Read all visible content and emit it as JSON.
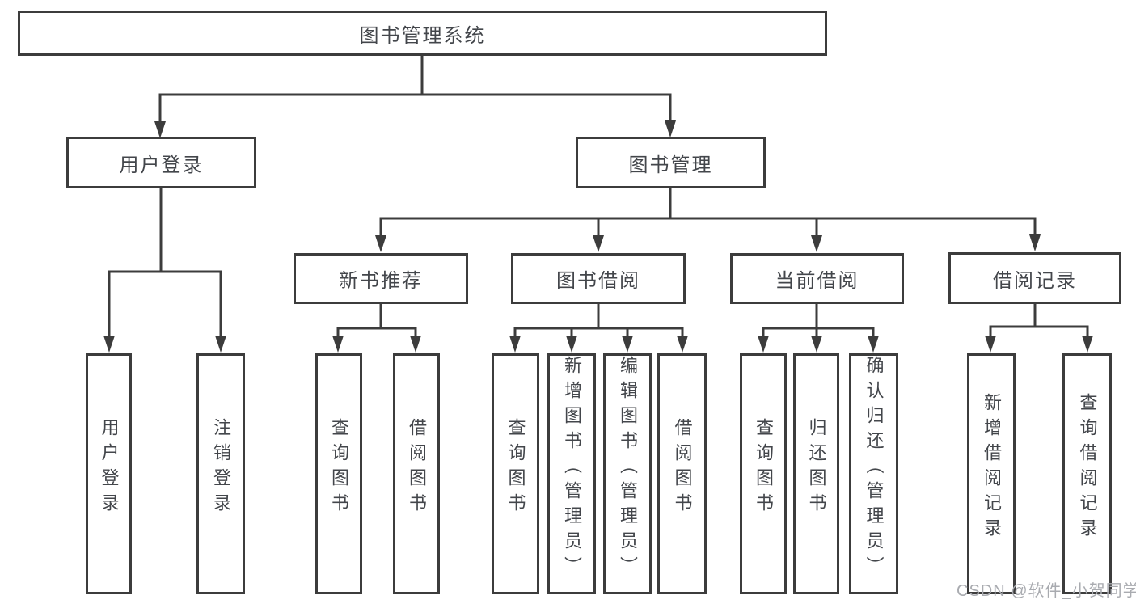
{
  "diagram_title": "图书管理系统",
  "watermark": "CSDN @软件_小贺同学",
  "colors": {
    "line": "#3c3c3c",
    "text": "#43464b",
    "watermark": "#a9abb0",
    "background": "#ffffff"
  },
  "tree": {
    "root": {
      "label": "图书管理系统",
      "children": [
        {
          "label": "用户登录",
          "children": [
            {
              "label": "用户登录"
            },
            {
              "label": "注销登录"
            }
          ]
        },
        {
          "label": "图书管理",
          "children": [
            {
              "label": "新书推荐",
              "children": [
                {
                  "label": "查询图书"
                },
                {
                  "label": "借阅图书"
                }
              ]
            },
            {
              "label": "图书借阅",
              "children": [
                {
                  "label": "查询图书"
                },
                {
                  "label": "新增图书（管理员）"
                },
                {
                  "label": "编辑图书（管理员）"
                },
                {
                  "label": "借阅图书"
                }
              ]
            },
            {
              "label": "当前借阅",
              "children": [
                {
                  "label": "查询图书"
                },
                {
                  "label": "归还图书"
                },
                {
                  "label": "确认归还（管理员）"
                }
              ]
            },
            {
              "label": "借阅记录",
              "children": [
                {
                  "label": "新增借阅记录"
                },
                {
                  "label": "查询借阅记录"
                }
              ]
            }
          ]
        }
      ]
    }
  }
}
